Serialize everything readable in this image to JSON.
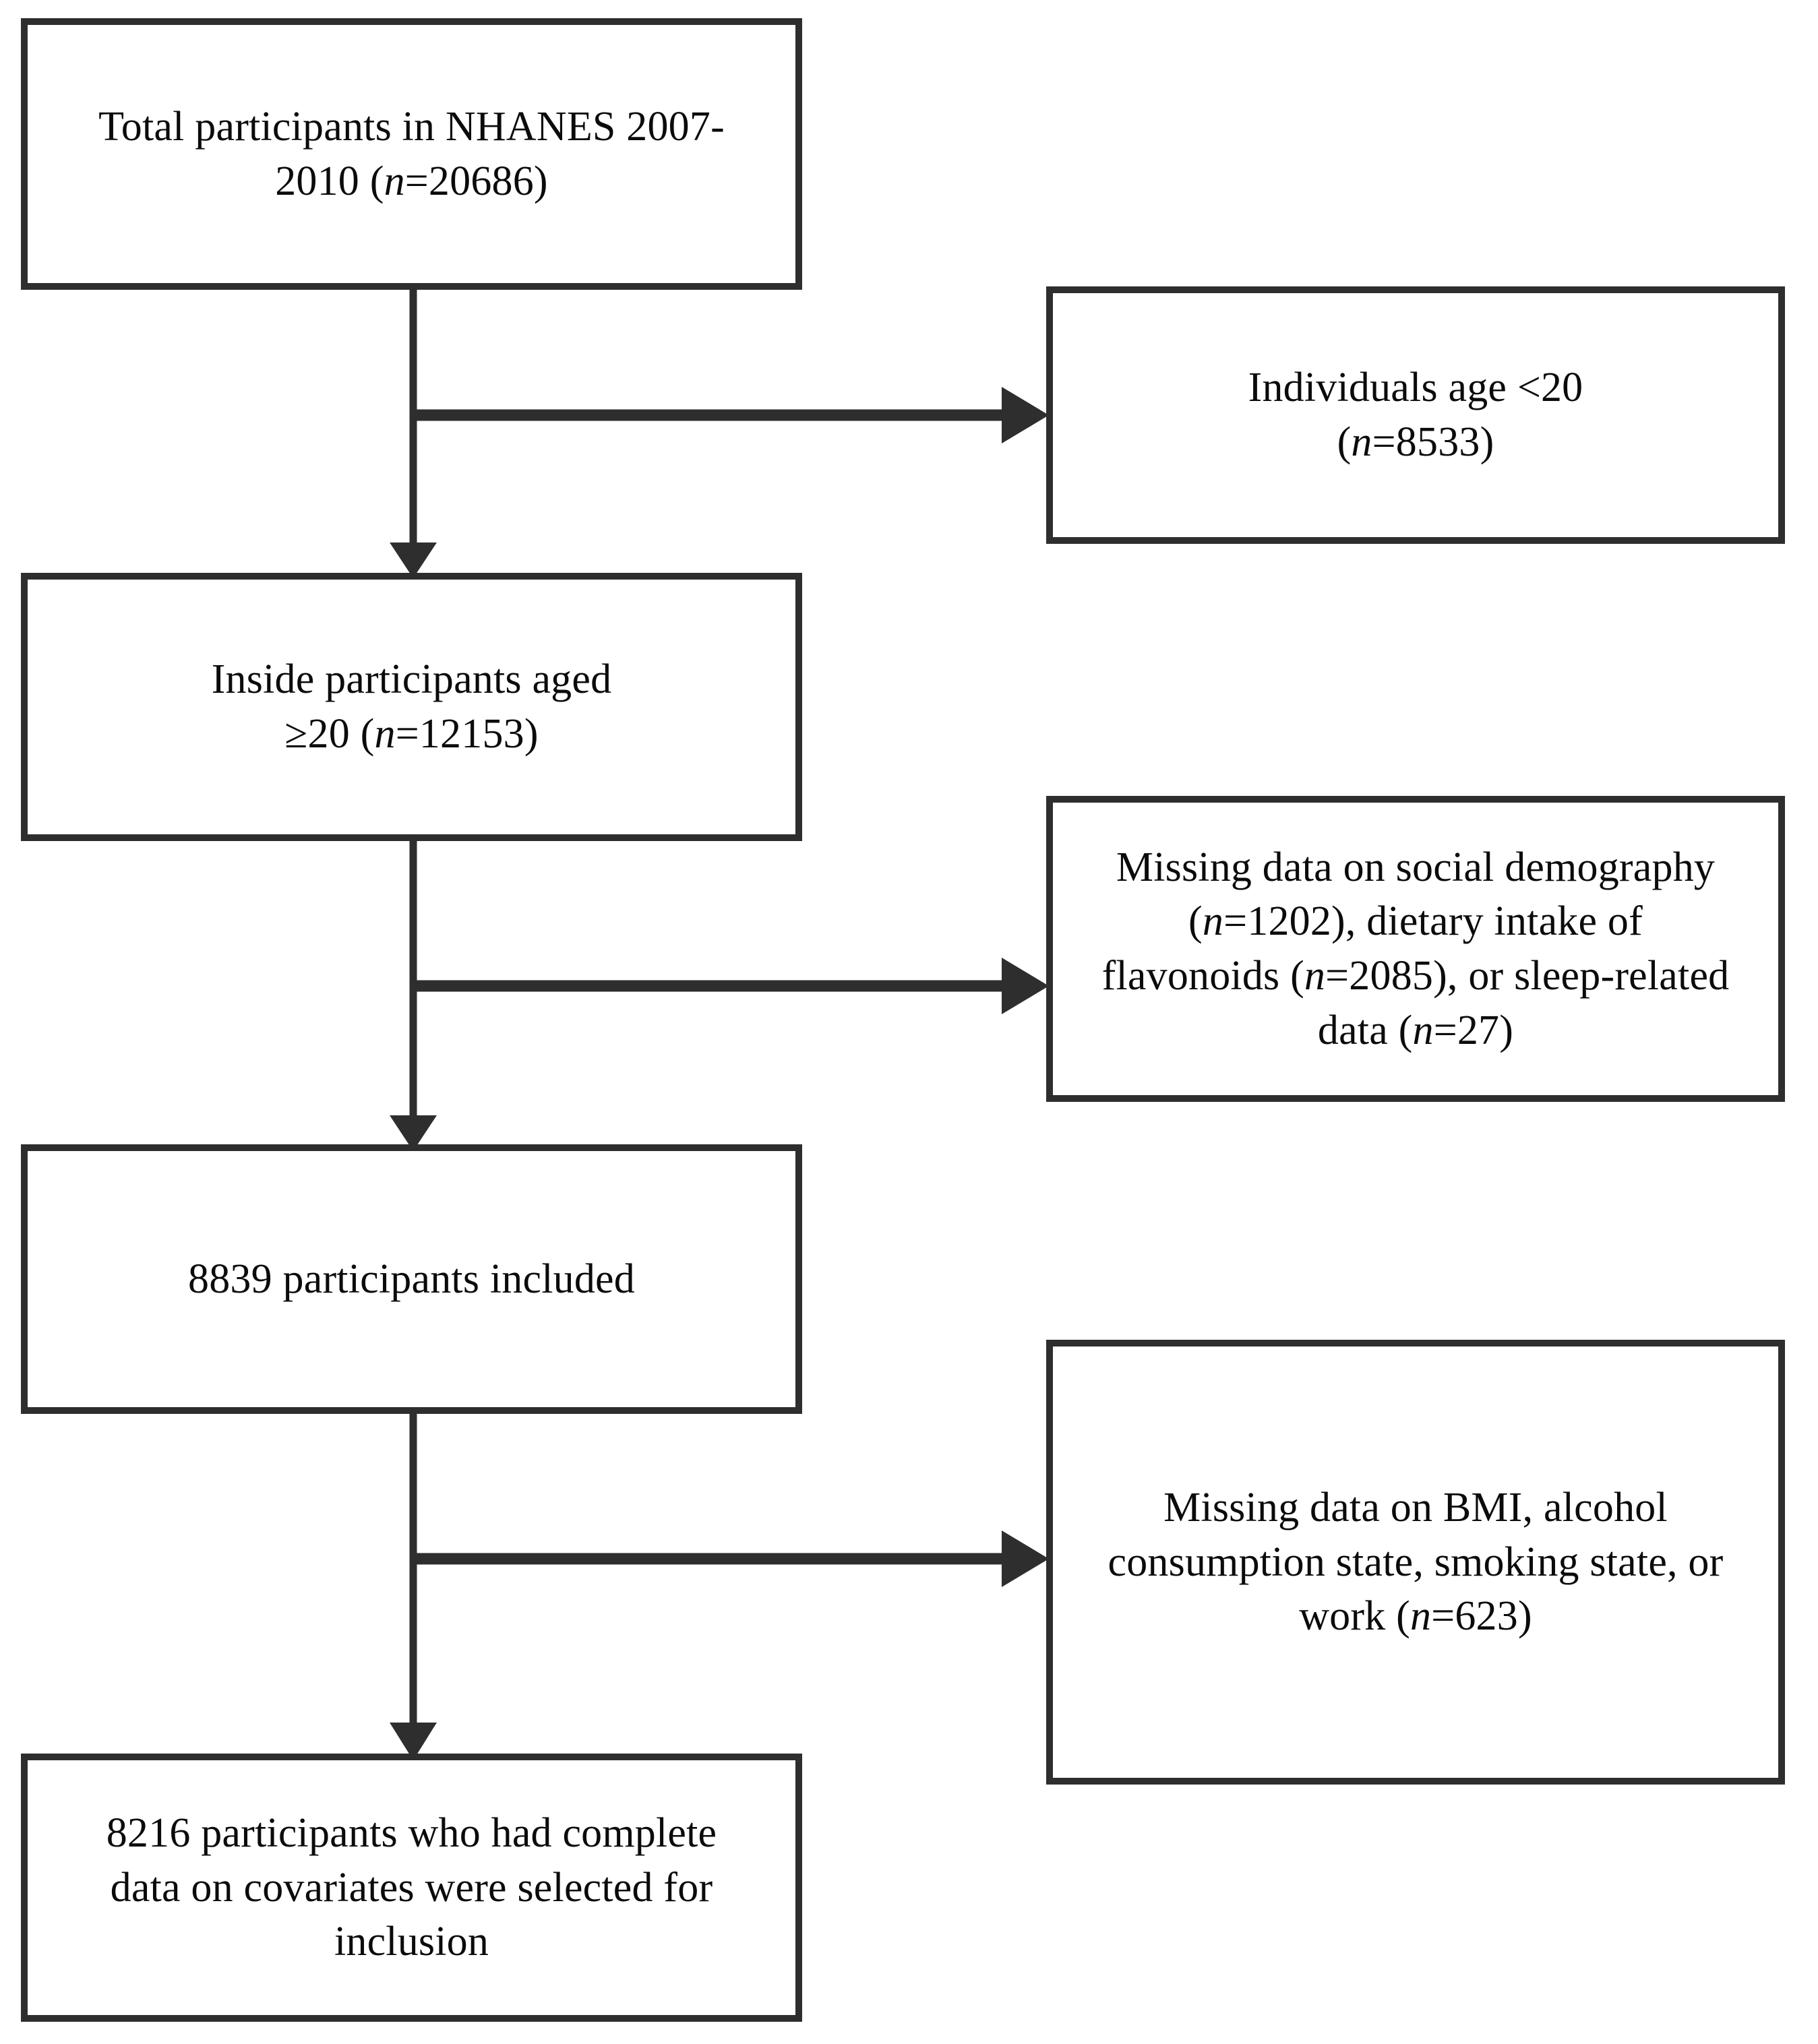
{
  "diagram": {
    "title": "NHANES 2007-2010 participant selection flow diagram",
    "type": "flowchart",
    "orientation": "top-to-bottom with right-side exclusion branches",
    "stroke_color": "#2e2e2e",
    "text_color": "#0b0b0b",
    "background_color": "#ffffff"
  },
  "nodes": {
    "total": {
      "id": "total-participants",
      "line1": "Total participants in NHANES 2007-",
      "line2_pre": "2010 (",
      "line2_italic": "n",
      "line2_post": "=20686)",
      "count": 20686
    },
    "adults": {
      "id": "adults-included",
      "line1": "Inside participants aged",
      "line2_pre": "≥20 (",
      "line2_italic": "n",
      "line2_post": "=12153)",
      "count": 12153
    },
    "included": {
      "id": "participants-included",
      "line1": "8839 participants included",
      "count": 8839
    },
    "final": {
      "id": "final-analytic-sample",
      "line1": "8216 participants who had complete",
      "line2": "data on covariates were selected for",
      "line3": "inclusion",
      "count": 8216
    },
    "exclude_age": {
      "id": "excluded-age-under-20",
      "line1": "Individuals age <20",
      "line2_pre": "(",
      "line2_italic": "n",
      "line2_post": "=8533)",
      "count": 8533
    },
    "exclude_missing_1": {
      "id": "excluded-missing-demography-diet-sleep",
      "line1": "Missing  data on social demography",
      "line2_pre": "(",
      "line2_italic_a": "n",
      "line2_mid": "=1202), dietary intake of",
      "line3_pre": "flavonoids (",
      "line3_italic_b": "n",
      "line3_mid": "=2085), or sleep-related",
      "line4_pre": "data (",
      "line4_italic_c": "n",
      "line4_post": "=27)",
      "counts": {
        "social_demography": 1202,
        "dietary_flavonoids": 2085,
        "sleep_related": 27
      }
    },
    "exclude_missing_2": {
      "id": "excluded-missing-bmi-alcohol-smoking-work",
      "line1": "Missing  data on BMI, alcohol",
      "line2": "consumption state, smoking state, or",
      "line3_pre": "work (",
      "line3_italic": "n",
      "line3_post": "=623)",
      "count": 623
    }
  },
  "connectors": [
    {
      "id": "total-to-adults",
      "kind": "vertical-arrow",
      "from": "total",
      "to": "adults"
    },
    {
      "id": "total-to-exclude-age",
      "kind": "horizontal-arrow",
      "from": "total-stem",
      "to": "exclude_age"
    },
    {
      "id": "adults-to-included",
      "kind": "vertical-arrow",
      "from": "adults",
      "to": "included"
    },
    {
      "id": "adults-to-exclude-missing-1",
      "kind": "horizontal-arrow",
      "from": "adults-stem",
      "to": "exclude_missing_1"
    },
    {
      "id": "included-to-final",
      "kind": "vertical-arrow",
      "from": "included",
      "to": "final"
    },
    {
      "id": "included-to-exclude-missing-2",
      "kind": "horizontal-arrow",
      "from": "included-stem",
      "to": "exclude_missing_2"
    }
  ]
}
